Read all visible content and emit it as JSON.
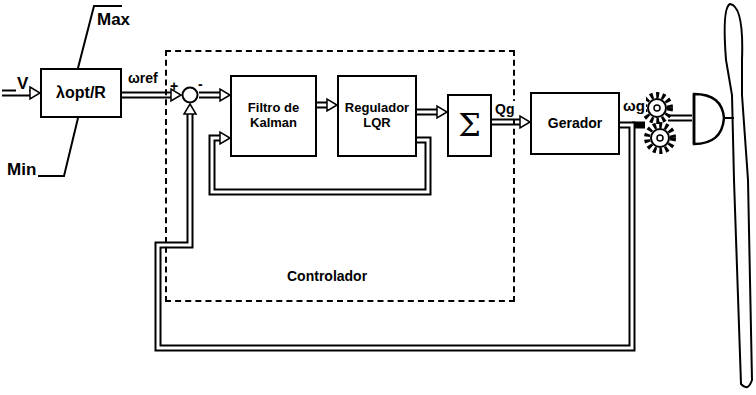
{
  "diagram": {
    "nodes": [
      {
        "text": [
          "λopt/R"
        ]
      },
      {
        "text": [
          "Controlador"
        ]
      },
      {
        "text": [
          "+",
          "-"
        ],
        "in": 1
      },
      {
        "text": [
          "Filtro de Kalman"
        ],
        "in": 1
      },
      {
        "text": [
          "Regulador LQR"
        ],
        "in": 1
      },
      {
        "text": [
          "Σ"
        ],
        "in": 1
      },
      {
        "text": [
          "Gerador"
        ]
      }
    ],
    "edges": [
      {
        "from": 0,
        "to": 2,
        "arrow": "to",
        "label": "ωref"
      },
      {
        "from": 2,
        "to": 3,
        "arrow": "to"
      },
      {
        "from": 3,
        "to": 4,
        "arrow": "to"
      },
      {
        "from": 4,
        "to": 5,
        "arrow": "to"
      },
      {
        "from": 4,
        "to": 3,
        "arrow": "to"
      },
      {
        "from": 5,
        "to": 6,
        "arrow": "to",
        "label": "Qg"
      },
      {
        "from": 6,
        "to": 2,
        "arrow": "to"
      }
    ],
    "labels": [
      "V",
      "Max",
      "Min",
      "ωg"
    ]
  }
}
